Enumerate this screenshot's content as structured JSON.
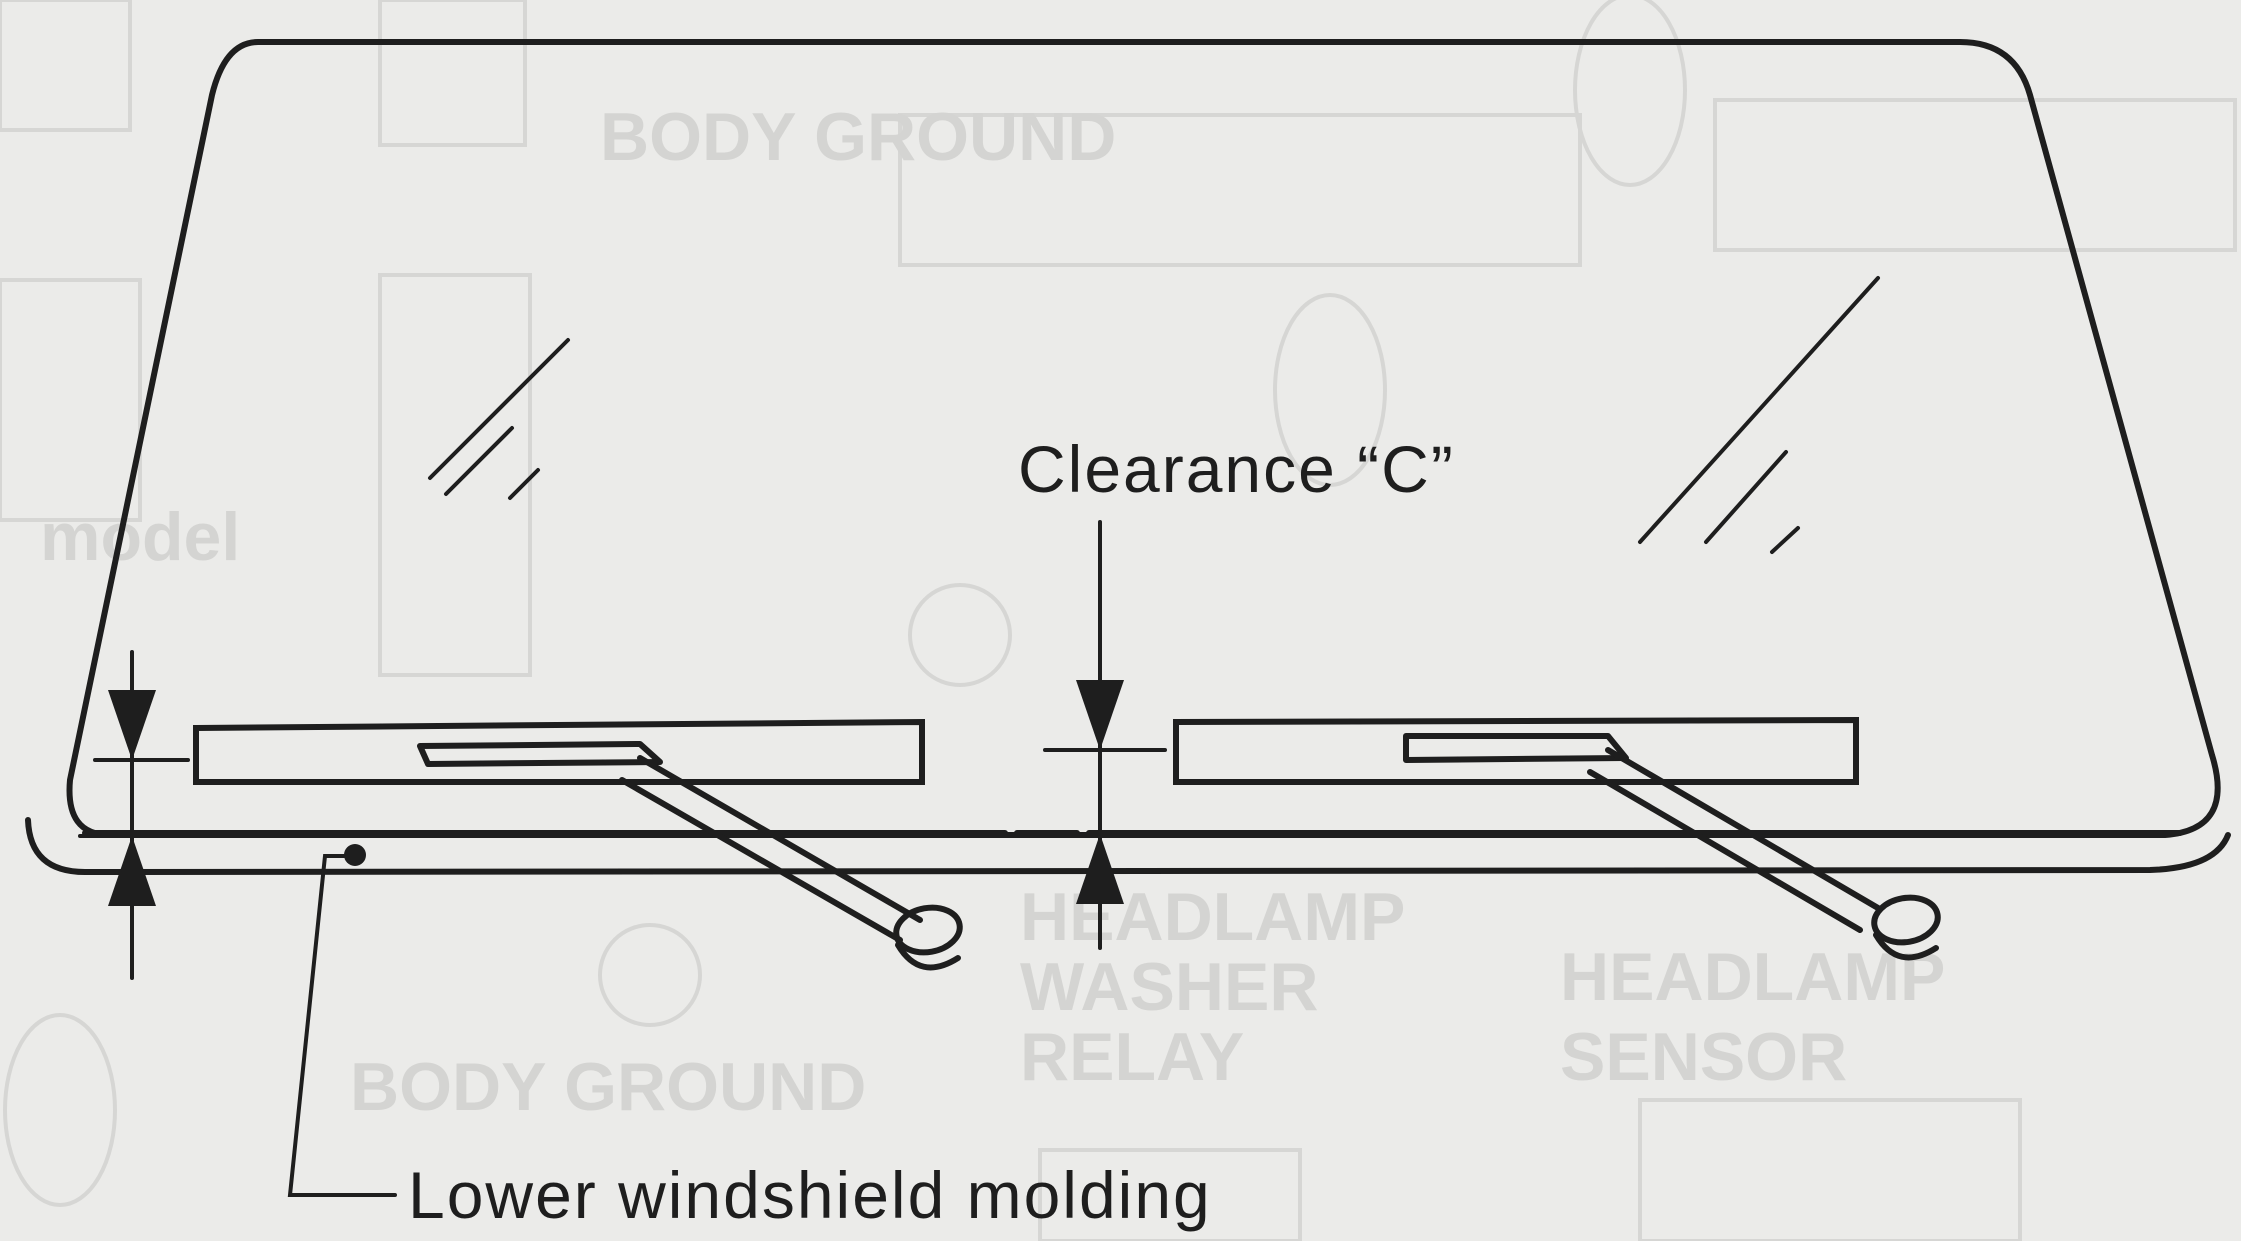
{
  "labels": {
    "clearance": "Clearance “C”",
    "molding": "Lower windshield molding"
  },
  "background_text": {
    "body_ground_top": "BODY GROUND",
    "body_ground_bottom": "BODY GROUND",
    "headlamp": "HEADLAMP",
    "washer": "WASHER",
    "relay": "RELAY",
    "headlamp_right": "HEADLAMP",
    "sensor": "SENSOR",
    "model_fragment": "model"
  },
  "colors": {
    "paper": "#ebebe9",
    "ink": "#1e1e1e",
    "bleed_through": "#d4d4d2"
  }
}
